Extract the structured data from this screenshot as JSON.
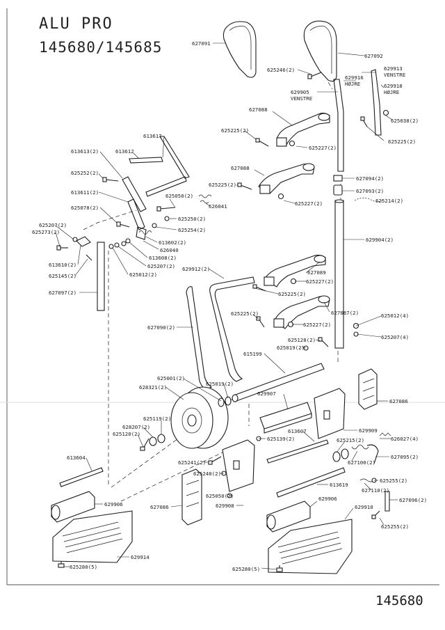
{
  "header": {
    "model": "ALU PRO",
    "numbers": "145680/145685"
  },
  "footer": {
    "doc_number": "145680"
  },
  "parts": {
    "p627091": "627091",
    "p627092": "627092",
    "p625246": "625246(2)",
    "p629913": "629913",
    "p629913_side": "VENSTRE",
    "p629916": "629916",
    "p629916_side": "HØJRE",
    "p629918": "629918",
    "p629918_side": "HØJRE",
    "p629905": "629905",
    "p629905_side": "VENSTRE",
    "p625038": "625038(2)",
    "p627088a": "627088",
    "p625225a": "625225(2)",
    "p625227a": "625227(2)",
    "p625225b": "625225(2)",
    "p613617": "613617",
    "p613613": "613613(2)",
    "p613612": "613612",
    "p625252": "625252(2)",
    "p627088b": "627088",
    "p627094": "627094(2)",
    "p625225c": "625225(2)",
    "p627093": "627093(2)",
    "p613611": "613611(2)",
    "p625050a": "625050(2)",
    "p626041": "626041",
    "p625227b": "625227(2)",
    "p625214": "625214(2)",
    "p625078": "625078(2)",
    "p625250": "625250(2)",
    "p625254": "625254(2)",
    "p625207a": "625207(2)",
    "p625273": "625273(2)",
    "p613602": "613602(2)",
    "p629904": "629904(2)",
    "p626040": "626040",
    "p613608": "613608(2)",
    "p613610": "613610(2)",
    "p625207b": "625207(2)",
    "p625145": "625145(2)",
    "p625012a": "625012(2)",
    "p629912": "629912(2)",
    "p627089": "627089",
    "p627097": "627097(2)",
    "p625227c": "625227(2)",
    "p625225d": "625225(2)",
    "p625225e": "625225(2)",
    "p627087": "627087(2)",
    "p627090": "627090(2)",
    "p625012b": "625012(4)",
    "p625227d": "625227(2)",
    "p625207c": "625207(4)",
    "p625128": "625128(2)",
    "p625019a": "625019(2)",
    "p615199": "615199",
    "p625001": "625001(2)",
    "p628321": "628321(2)",
    "p625019b": "625019(2)",
    "p629907": "629907",
    "p627086a": "627086",
    "p625119": "625119(2)",
    "p628207": "628207(2)",
    "p613607": "613607",
    "p629909": "629909",
    "p625120": "625120(2)",
    "p625139": "625139(2)",
    "p625215": "625215(2)",
    "p626027": "626027(4)",
    "p627100": "627100(2)",
    "p627095": "627095(2)",
    "p613604": "613604",
    "p625241": "625241(2)",
    "p625240": "625240(2)",
    "p625255a": "625255(2)",
    "p613619": "613619",
    "p627110": "627110(2)",
    "p625050b": "625050(2)",
    "p629906a": "629906",
    "p629906b": "629906",
    "p627096": "627096(2)",
    "p629908": "629908",
    "p629910": "629910",
    "p627086b": "627086",
    "p625255b": "625255(2)",
    "p629914": "629914",
    "p625280a": "625280(5)",
    "p625280b": "625280(5)"
  }
}
